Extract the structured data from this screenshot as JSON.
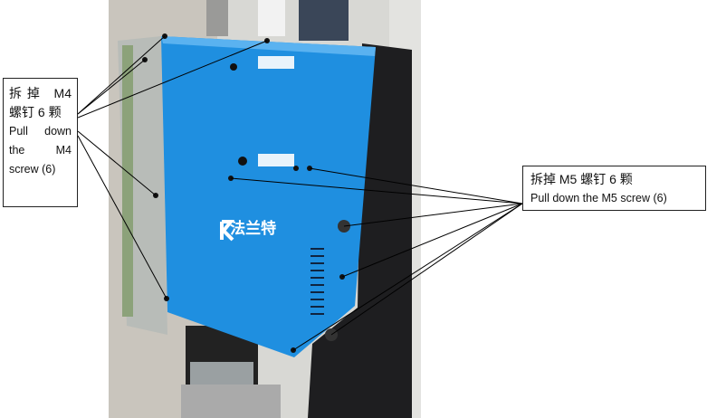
{
  "photo": {
    "logo_text": "法兰特",
    "panel_color": "#1f8fe0"
  },
  "callouts": [
    {
      "zh": "拆掉 M4 螺钉 6 颗",
      "en": "Pull down the M4 screw (6)"
    },
    {
      "zh": "拆掉 M5 螺钉 6 颗",
      "en": "Pull down the M5 screw (6)"
    }
  ]
}
